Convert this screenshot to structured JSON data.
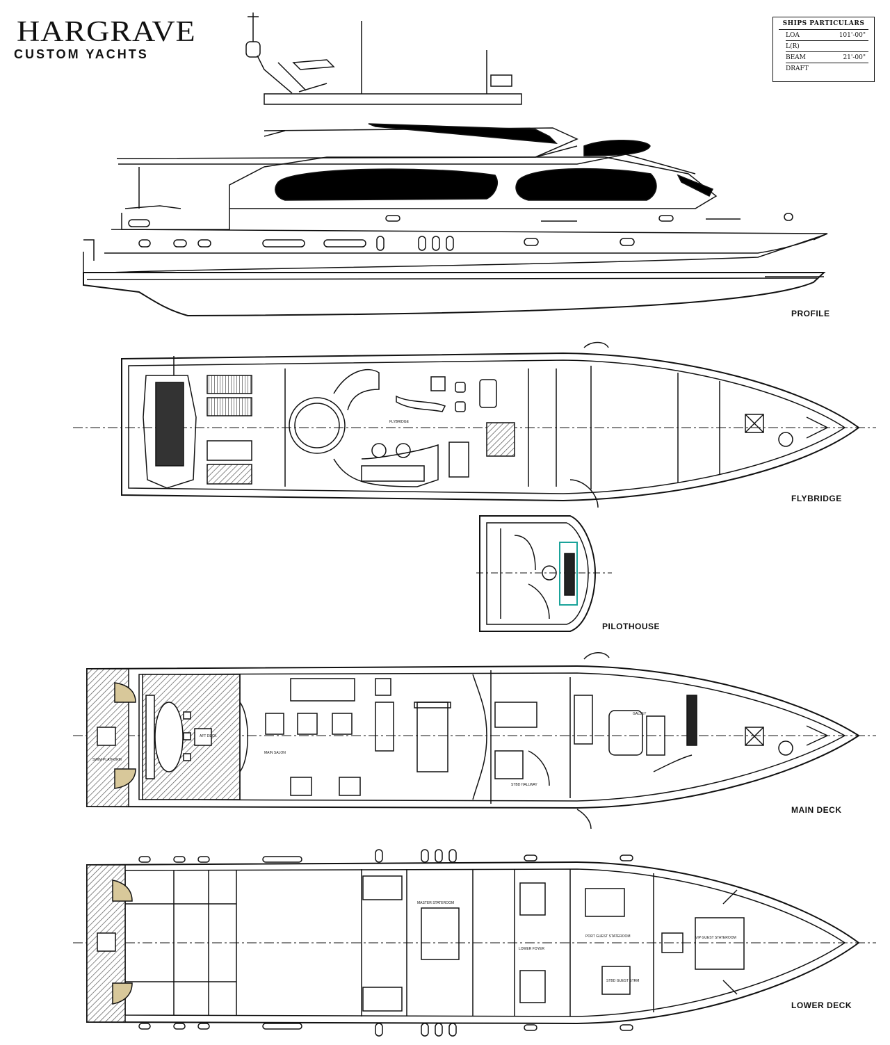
{
  "logo": {
    "name": "HARGRAVE",
    "tagline": "CUSTOM YACHTS"
  },
  "particulars": {
    "title": "SHIPS PARTICULARS",
    "rows": [
      {
        "key": "LOA",
        "value": "101'-00\""
      },
      {
        "key": "L(R)",
        "value": ""
      },
      {
        "key": "BEAM",
        "value": "21'-00\""
      },
      {
        "key": "DRAFT",
        "value": ""
      }
    ]
  },
  "views": {
    "profile": "PROFILE",
    "flybridge": "FLYBRIDGE",
    "pilothouse": "PILOTHOUSE",
    "main_deck": "MAIN DECK",
    "lower_deck": "LOWER DECK"
  },
  "room_labels": {
    "flybridge_area": "FLYBRIDGE",
    "galley": "GALLEY",
    "main_salon": "MAIN SALON",
    "aft_deck": "AFT DECK",
    "swim_platform": "SWIM PLATFORM",
    "master": "MASTER STATEROOM",
    "lower_foyer": "LOWER FOYER",
    "port_guest": "PORT GUEST STATEROOM",
    "stbd_guest": "STBD GUEST STRM",
    "vip_guest": "VIP GUEST STATEROOM",
    "crew_hallway": "STBD HALLWAY"
  },
  "colors": {
    "line": "#111111",
    "fill": "#000000",
    "accent": "#1aa39a",
    "hatch": "#555555"
  }
}
